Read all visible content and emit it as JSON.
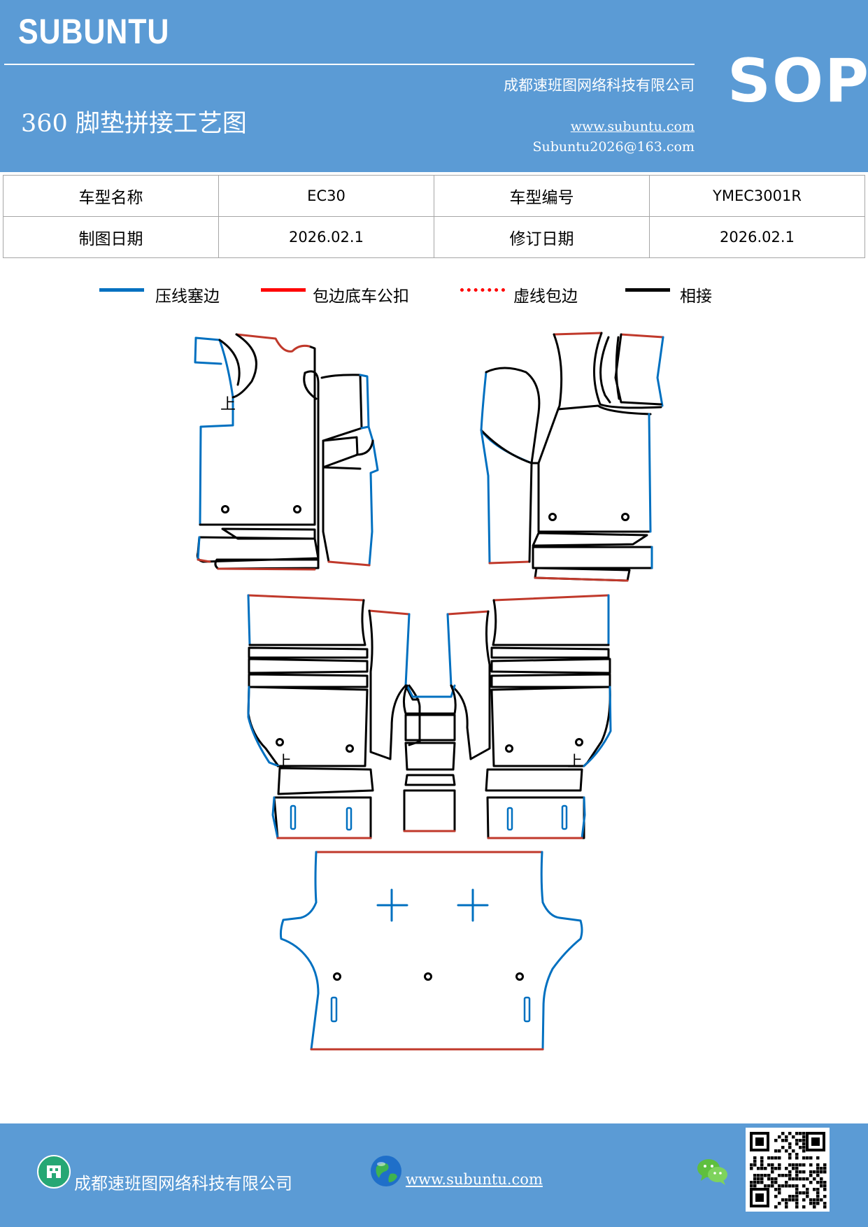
{
  "header": {
    "brand": "SUBUNTU",
    "badge": "SOP",
    "title": "360 脚垫拼接工艺图",
    "company": "成都速班图网络科技有限公司",
    "website": "www.subuntu.com",
    "email": "Subuntu2026@163.com"
  },
  "info_table": {
    "rows": [
      [
        "车型名称",
        "EC30",
        "车型编号",
        "YMEC3001R"
      ],
      [
        "制图日期",
        "2026.02.1",
        "修订日期",
        "2026.02.1"
      ]
    ]
  },
  "legend": [
    {
      "label": "压线塞边",
      "color": "#0070c0",
      "style": "solid"
    },
    {
      "label": "包边底车公扣",
      "color": "#ff0000",
      "style": "solid"
    },
    {
      "label": "虚线包边",
      "color": "#ff0000",
      "style": "dotted"
    },
    {
      "label": "相接",
      "color": "#000000",
      "style": "solid"
    }
  ],
  "drawing": {
    "colors": {
      "blue": "#0070c0",
      "red": "#ff0000",
      "black": "#000000"
    },
    "marks": {
      "top_label": "上"
    }
  },
  "footer": {
    "company": "成都速班图网络科技有限公司",
    "website": "www.subuntu.com",
    "company_icon": "building-icon",
    "globe_icon": "globe-icon",
    "wechat_icon": "wechat-icon",
    "qr_icon": "qr-code-icon"
  }
}
